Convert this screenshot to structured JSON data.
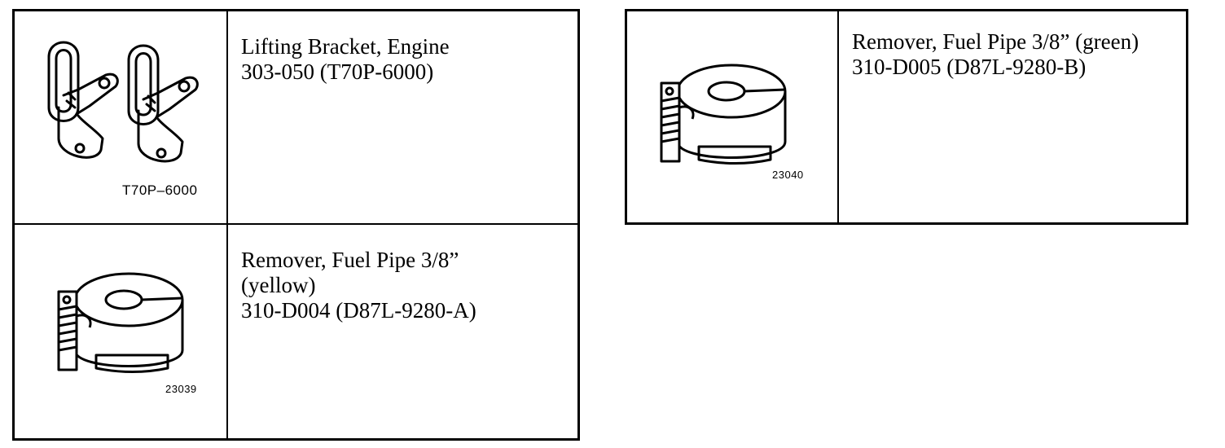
{
  "tools": [
    {
      "figure_label": "T70P–6000",
      "lines": [
        "Lifting Bracket, Engine",
        "303-050 (T70P-6000)"
      ]
    },
    {
      "figure_label": "23039",
      "lines": [
        "Remover, Fuel Pipe 3/8”",
        "(yellow)",
        "310-D004 (D87L-9280-A)"
      ]
    },
    {
      "figure_label": "23040",
      "lines": [
        "Remover, Fuel Pipe 3/8” (green)",
        "310-D005 (D87L-9280-B)"
      ]
    }
  ],
  "icons": {
    "lifting_bracket": "lifting-bracket-illustration",
    "fuel_pipe_remover": "fuel-pipe-remover-illustration"
  }
}
